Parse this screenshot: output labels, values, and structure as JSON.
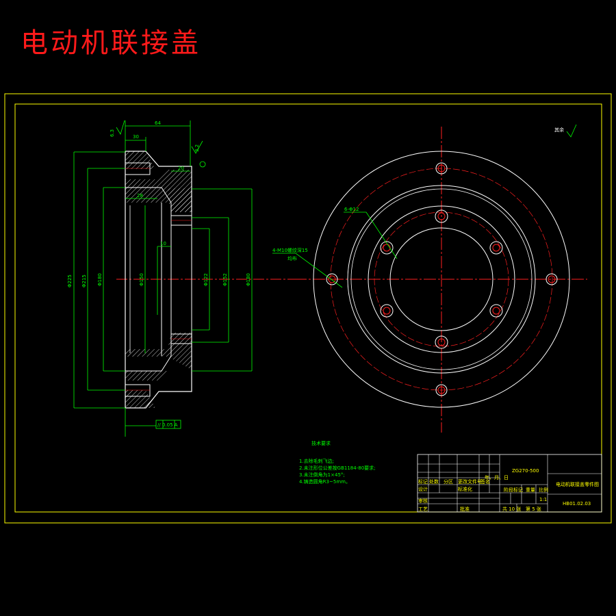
{
  "title": "电动机联接盖",
  "dimensions": {
    "top_width": "64",
    "d1": "30",
    "d2": "20",
    "d3": "28",
    "d4": "10",
    "dia_outer": "Φ225",
    "dia_2": "Φ215",
    "dia_3": "Φ180",
    "dia_4": "Φ150",
    "dia_5": "Φ122",
    "dia_6": "Φ152",
    "dia_7": "Φ180",
    "holes_label": "6-Φ12",
    "counterbore_label": "4-M10螺纹深15",
    "counterbore_sub": "均布",
    "roughness_left": "6.3",
    "roughness_right": "3.2",
    "tolerance_frame": "// 0.05 A",
    "surface_note": "其余"
  },
  "tech_requirements": {
    "heading": "技术要求",
    "items": [
      "1.去除毛刺飞边;",
      "2.未注形位公差按GB1184-80要求;",
      "3.未注倒角为1×45°;",
      "4.铸造圆角R3~5mm。"
    ]
  },
  "title_block": {
    "code": "ZG270-500",
    "name": "电动机联接盖零件图",
    "drawing_no": "HB01.02.03",
    "stage": "阶段标记",
    "weight": "重量",
    "scale": "比例",
    "scale_value": "1:1",
    "sheets": "共 10 张",
    "sheet_no": "第 5 张",
    "rows": [
      "标记",
      "处数",
      "分区",
      "更改文件号",
      "签名",
      "年、月、日"
    ],
    "design": "设计",
    "standard": "标准化",
    "check": "审核",
    "process": "工艺",
    "approve": "批准"
  }
}
